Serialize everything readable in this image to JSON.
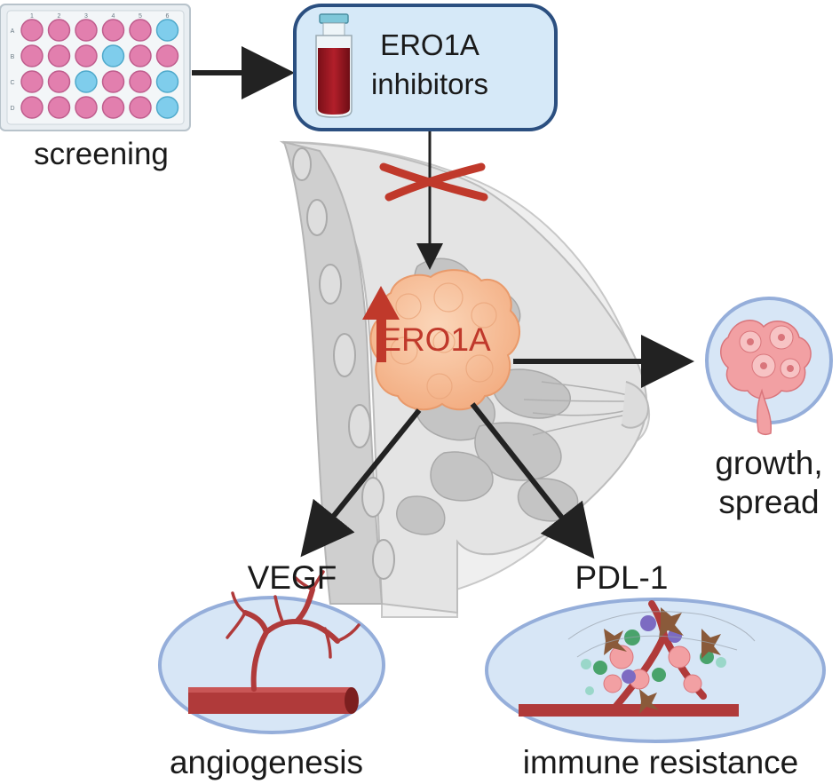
{
  "labels": {
    "screening": "screening",
    "inhibitors_line1": "ERO1A",
    "inhibitors_line2": "inhibitors",
    "tumor": "ERO1A",
    "growth_line1": "growth,",
    "growth_line2": "spread",
    "vegf": "VEGF",
    "pdl1": "PDL-1",
    "angiogenesis": "angiogenesis",
    "immune_resistance": "immune resistance"
  },
  "plate": {
    "row_labels": [
      "A",
      "B",
      "C",
      "D"
    ],
    "col_labels": [
      "1",
      "2",
      "3",
      "4",
      "5",
      "6"
    ],
    "well_colors": {
      "pink": "#e27fae",
      "blue": "#7fcdec"
    },
    "blue_wells": [
      [
        0,
        5
      ],
      [
        1,
        3
      ],
      [
        2,
        2
      ],
      [
        2,
        5
      ],
      [
        3,
        5
      ]
    ]
  },
  "colors": {
    "arrow": "#222222",
    "tumor": "#f7c09a",
    "up_arrow": "#c0392b",
    "inhibit_cross": "#c0392b",
    "vial_box_fill": "#d6e9f8",
    "vial_box_stroke": "#2b4f80",
    "circle_fill": "#d7e6f6",
    "circle_stroke": "#95aeda",
    "vessel": "#b03a3a",
    "breast_skin": "#ececec"
  }
}
